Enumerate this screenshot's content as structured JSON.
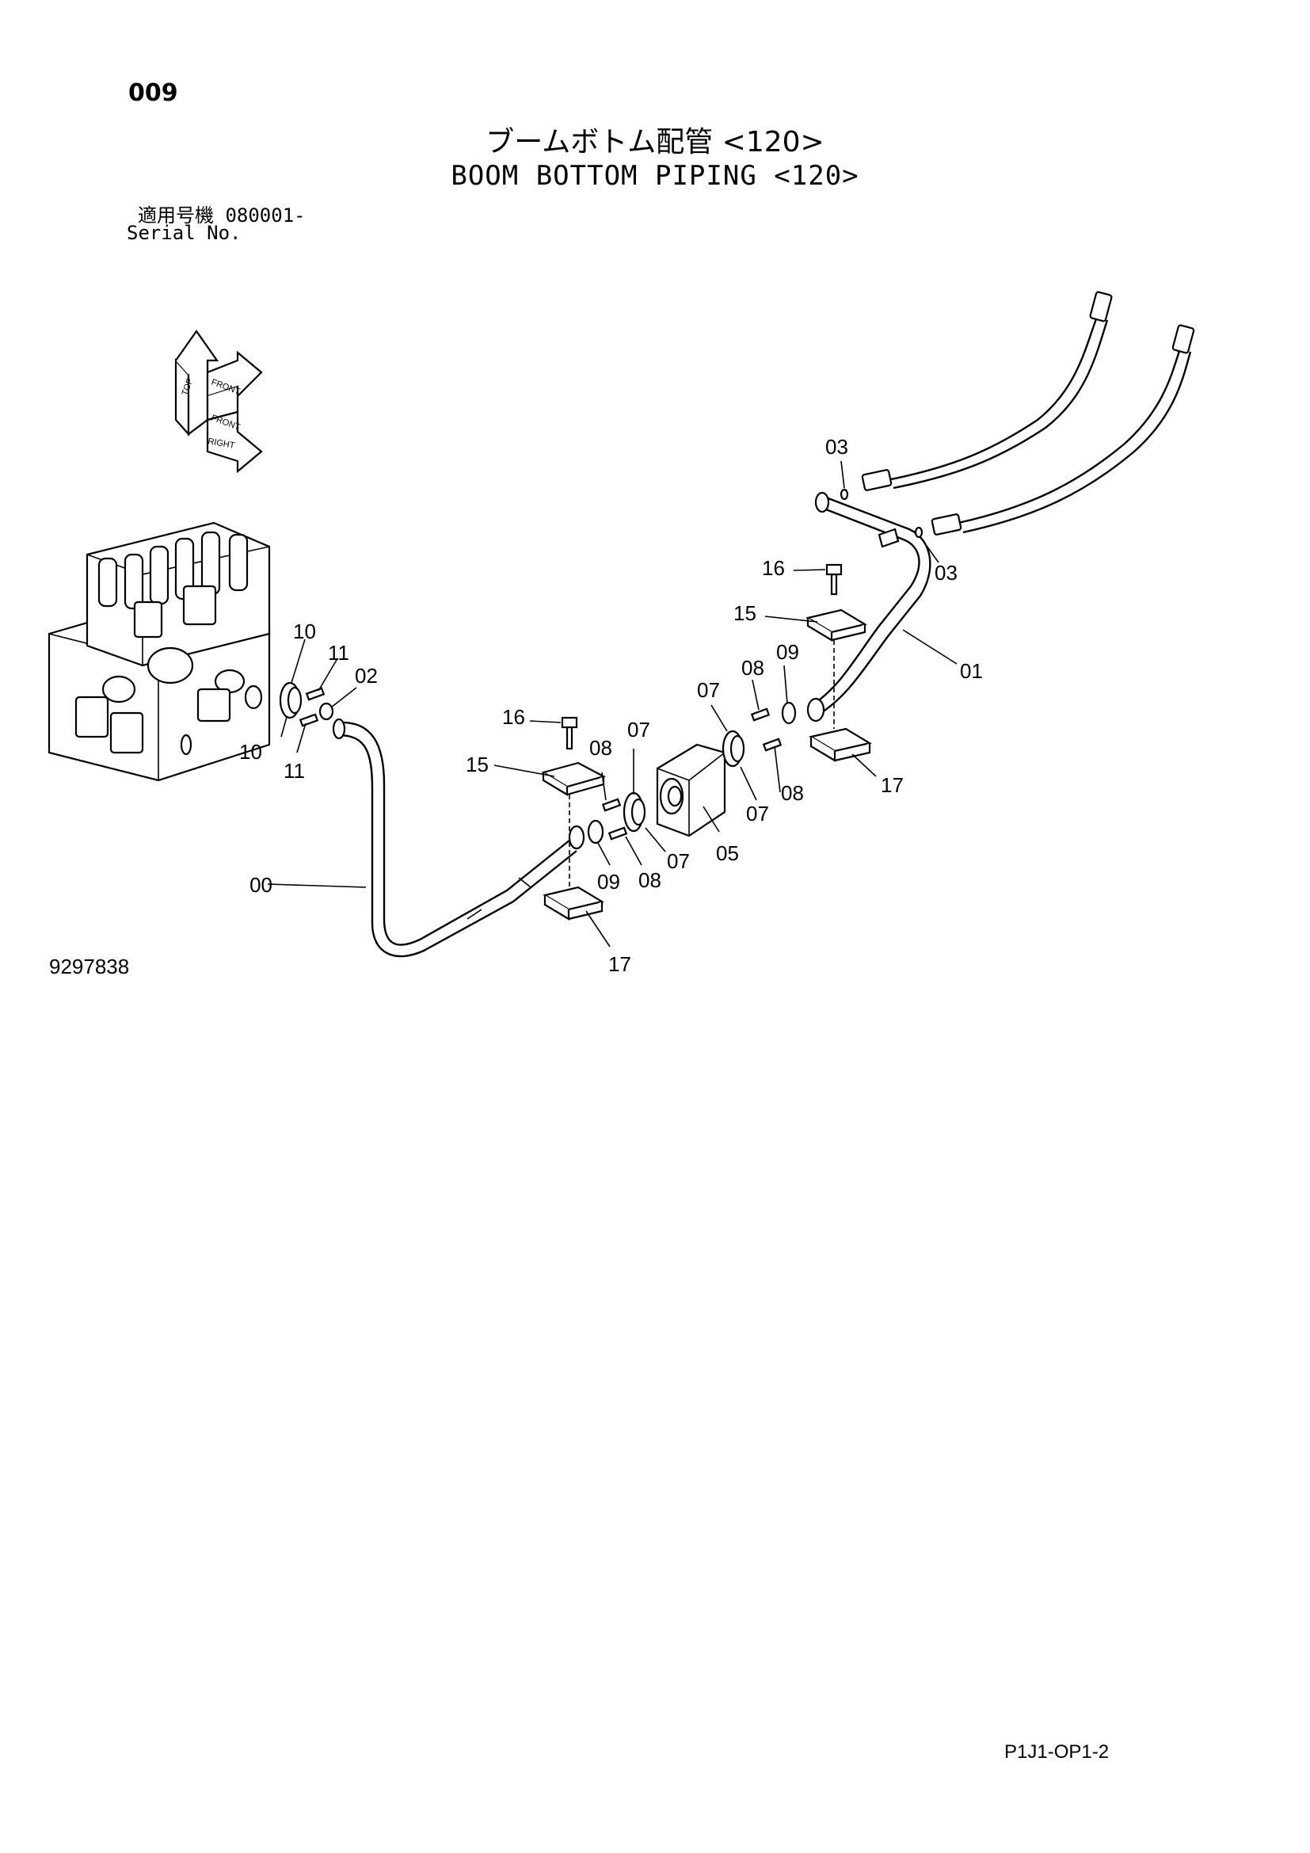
{
  "header": {
    "page_number": "009",
    "title_jp": "ブームボトム配管 <120>",
    "title_en": "BOOM BOTTOM PIPING <120>",
    "serial_label_jp": "適用号機",
    "serial_value": "080001-",
    "serial_label_en": "Serial No."
  },
  "orientation_icon": {
    "labels": [
      "TOP",
      "FRONT",
      "FRONT",
      "RIGHT"
    ]
  },
  "callouts": {
    "c00": "00",
    "c01": "01",
    "c02": "02",
    "c03a": "03",
    "c03b": "03",
    "c05": "05",
    "c07a": "07",
    "c07b": "07",
    "c07c": "07",
    "c07d": "07",
    "c08a": "08",
    "c08b": "08",
    "c08c": "08",
    "c08d": "08",
    "c09a": "09",
    "c09b": "09",
    "c10a": "10",
    "c10b": "10",
    "c11a": "11",
    "c11b": "11",
    "c15a": "15",
    "c15b": "15",
    "c16a": "16",
    "c16b": "16",
    "c17a": "17",
    "c17b": "17"
  },
  "footer": {
    "drawing_number": "9297838",
    "page_code": "P1J1-OP1-2"
  }
}
